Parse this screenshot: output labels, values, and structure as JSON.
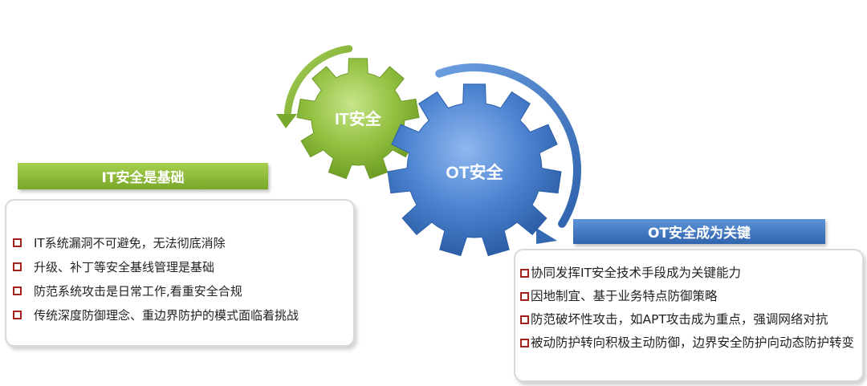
{
  "gears": {
    "it_label": "IT安全",
    "ot_label": "OT安全"
  },
  "left": {
    "title": "IT安全是基础",
    "items": [
      "IT系统漏洞不可避免，无法彻底消除",
      "升级、补丁等安全基线管理是基础",
      "防范系统攻击是日常工作,看重安全合规",
      "传统深度防御理念、重边界防护的模式面临着挑战"
    ]
  },
  "right": {
    "title": "OT安全成为关键",
    "items": [
      "协同发挥IT安全技术手段成为关键能力",
      "因地制宜、基于业务特点防御策略",
      "防范破坏性攻击，如APT攻击成为重点，强调网络对抗",
      "被动防护转向积极主动防御，边界安全防护向动态防护转变"
    ]
  },
  "colors": {
    "green": "#8dbb36",
    "blue": "#3f78c7",
    "bullet": "#a4221b"
  }
}
